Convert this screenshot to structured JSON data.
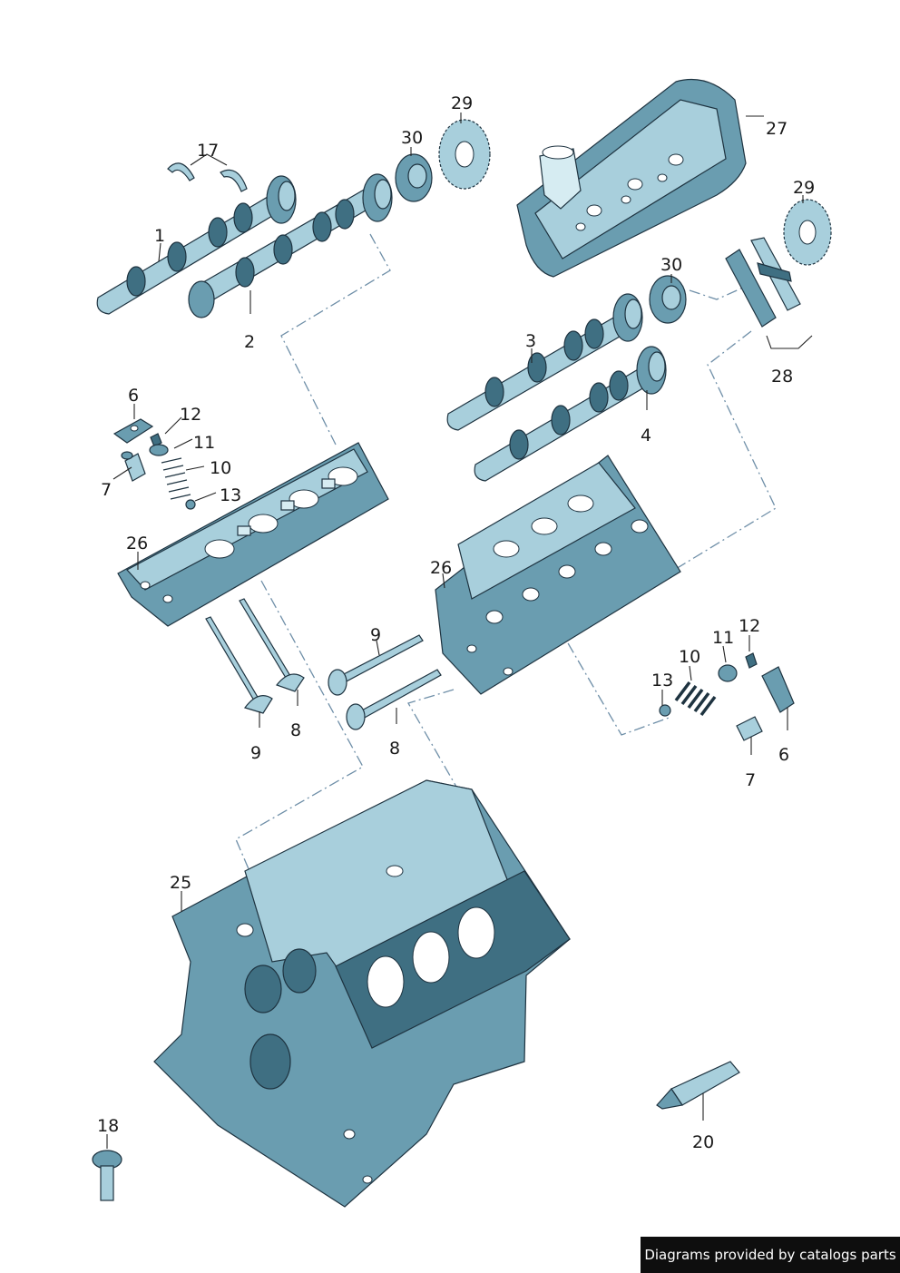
{
  "credit": "Diagrams provided by catalogs parts",
  "callouts": {
    "c1": "1",
    "c2": "2",
    "c3": "3",
    "c4": "4",
    "c6a": "6",
    "c6b": "6",
    "c7a": "7",
    "c7b": "7",
    "c8a": "8",
    "c8b": "8",
    "c9a": "9",
    "c9b": "9",
    "c10a": "10",
    "c10b": "10",
    "c11a": "11",
    "c11b": "11",
    "c12a": "12",
    "c12b": "12",
    "c13a": "13",
    "c13b": "13",
    "c17": "17",
    "c18": "18",
    "c20": "20",
    "c25": "25",
    "c26a": "26",
    "c26b": "26",
    "c27": "27",
    "c28": "28",
    "c29a": "29",
    "c29b": "29",
    "c30a": "30",
    "c30b": "30"
  },
  "colors": {
    "part_fill": "#6a9db0",
    "part_light": "#a8cfdc",
    "part_dark": "#3f6f82",
    "dash_line": "#6f8fa8"
  }
}
